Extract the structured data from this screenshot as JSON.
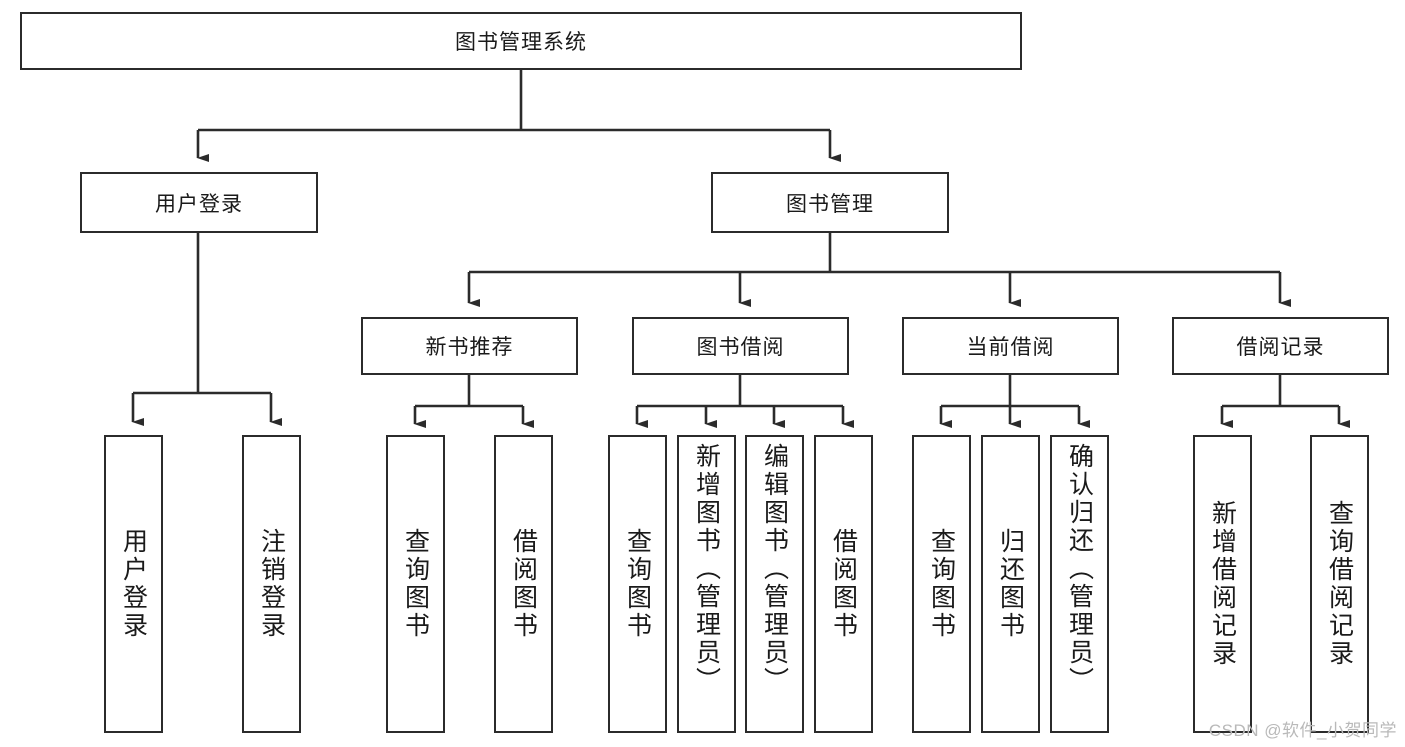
{
  "diagram": {
    "title": "图书管理系统",
    "root": {
      "id": "root",
      "label": "图书管理系统"
    },
    "level2": [
      {
        "id": "user-login",
        "label": "用户登录"
      },
      {
        "id": "book-manage",
        "label": "图书管理"
      }
    ],
    "level3": [
      {
        "id": "new-book-recommend",
        "label": "新书推荐"
      },
      {
        "id": "book-borrow",
        "label": "图书借阅"
      },
      {
        "id": "current-borrow",
        "label": "当前借阅"
      },
      {
        "id": "borrow-record",
        "label": "借阅记录"
      }
    ],
    "leaves": {
      "user-login": [
        {
          "id": "leaf-user-login",
          "label": "用户登录"
        },
        {
          "id": "leaf-logout-login",
          "label": "注销登录"
        }
      ],
      "new-book-recommend": [
        {
          "id": "leaf-query-book-1",
          "label": "查询图书"
        },
        {
          "id": "leaf-borrow-book-1",
          "label": "借阅图书"
        }
      ],
      "book-borrow": [
        {
          "id": "leaf-query-book-2",
          "label": "查询图书"
        },
        {
          "id": "leaf-add-book-admin",
          "label": "新增图书（管理员）"
        },
        {
          "id": "leaf-edit-book-admin",
          "label": "编辑图书（管理员）"
        },
        {
          "id": "leaf-borrow-book-2",
          "label": "借阅图书"
        }
      ],
      "current-borrow": [
        {
          "id": "leaf-query-book-3",
          "label": "查询图书"
        },
        {
          "id": "leaf-return-book",
          "label": "归还图书"
        },
        {
          "id": "leaf-confirm-return-admin",
          "label": "确认归还（管理员）"
        }
      ],
      "borrow-record": [
        {
          "id": "leaf-add-borrow-record",
          "label": "新增借阅记录"
        },
        {
          "id": "leaf-query-borrow-record",
          "label": "查询借阅记录"
        }
      ]
    }
  },
  "watermark": {
    "text": "CSDN @软件_小贺同学"
  },
  "colors": {
    "stroke": "#2b2b2b",
    "background": "#ffffff",
    "text": "#1a1a1a",
    "watermark": "#b9b9b9"
  }
}
